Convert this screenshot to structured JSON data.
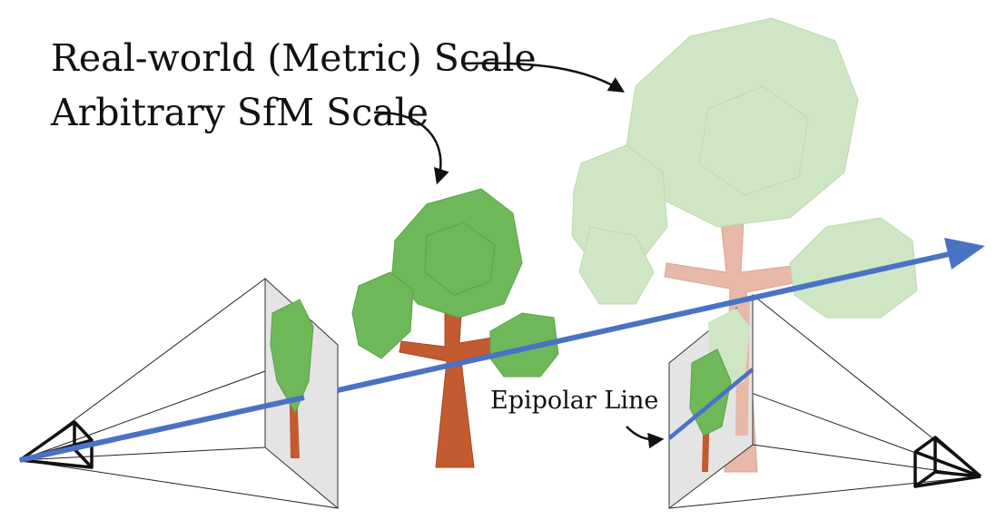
{
  "labels": {
    "metric_scale": "Real-world (Metric) Scale",
    "sfm_scale": "Arbitrary SfM Scale",
    "epipolar_line": "Epipolar Line"
  },
  "colors": {
    "ray": "#4a72c4",
    "trunk_small": "#c45a30",
    "foliage_small": "#6fb85a",
    "trunk_large": "#e8b8a8",
    "foliage_large": "#cfe6c4",
    "image_plane": "#e4e4e4",
    "camera": "#111111"
  }
}
